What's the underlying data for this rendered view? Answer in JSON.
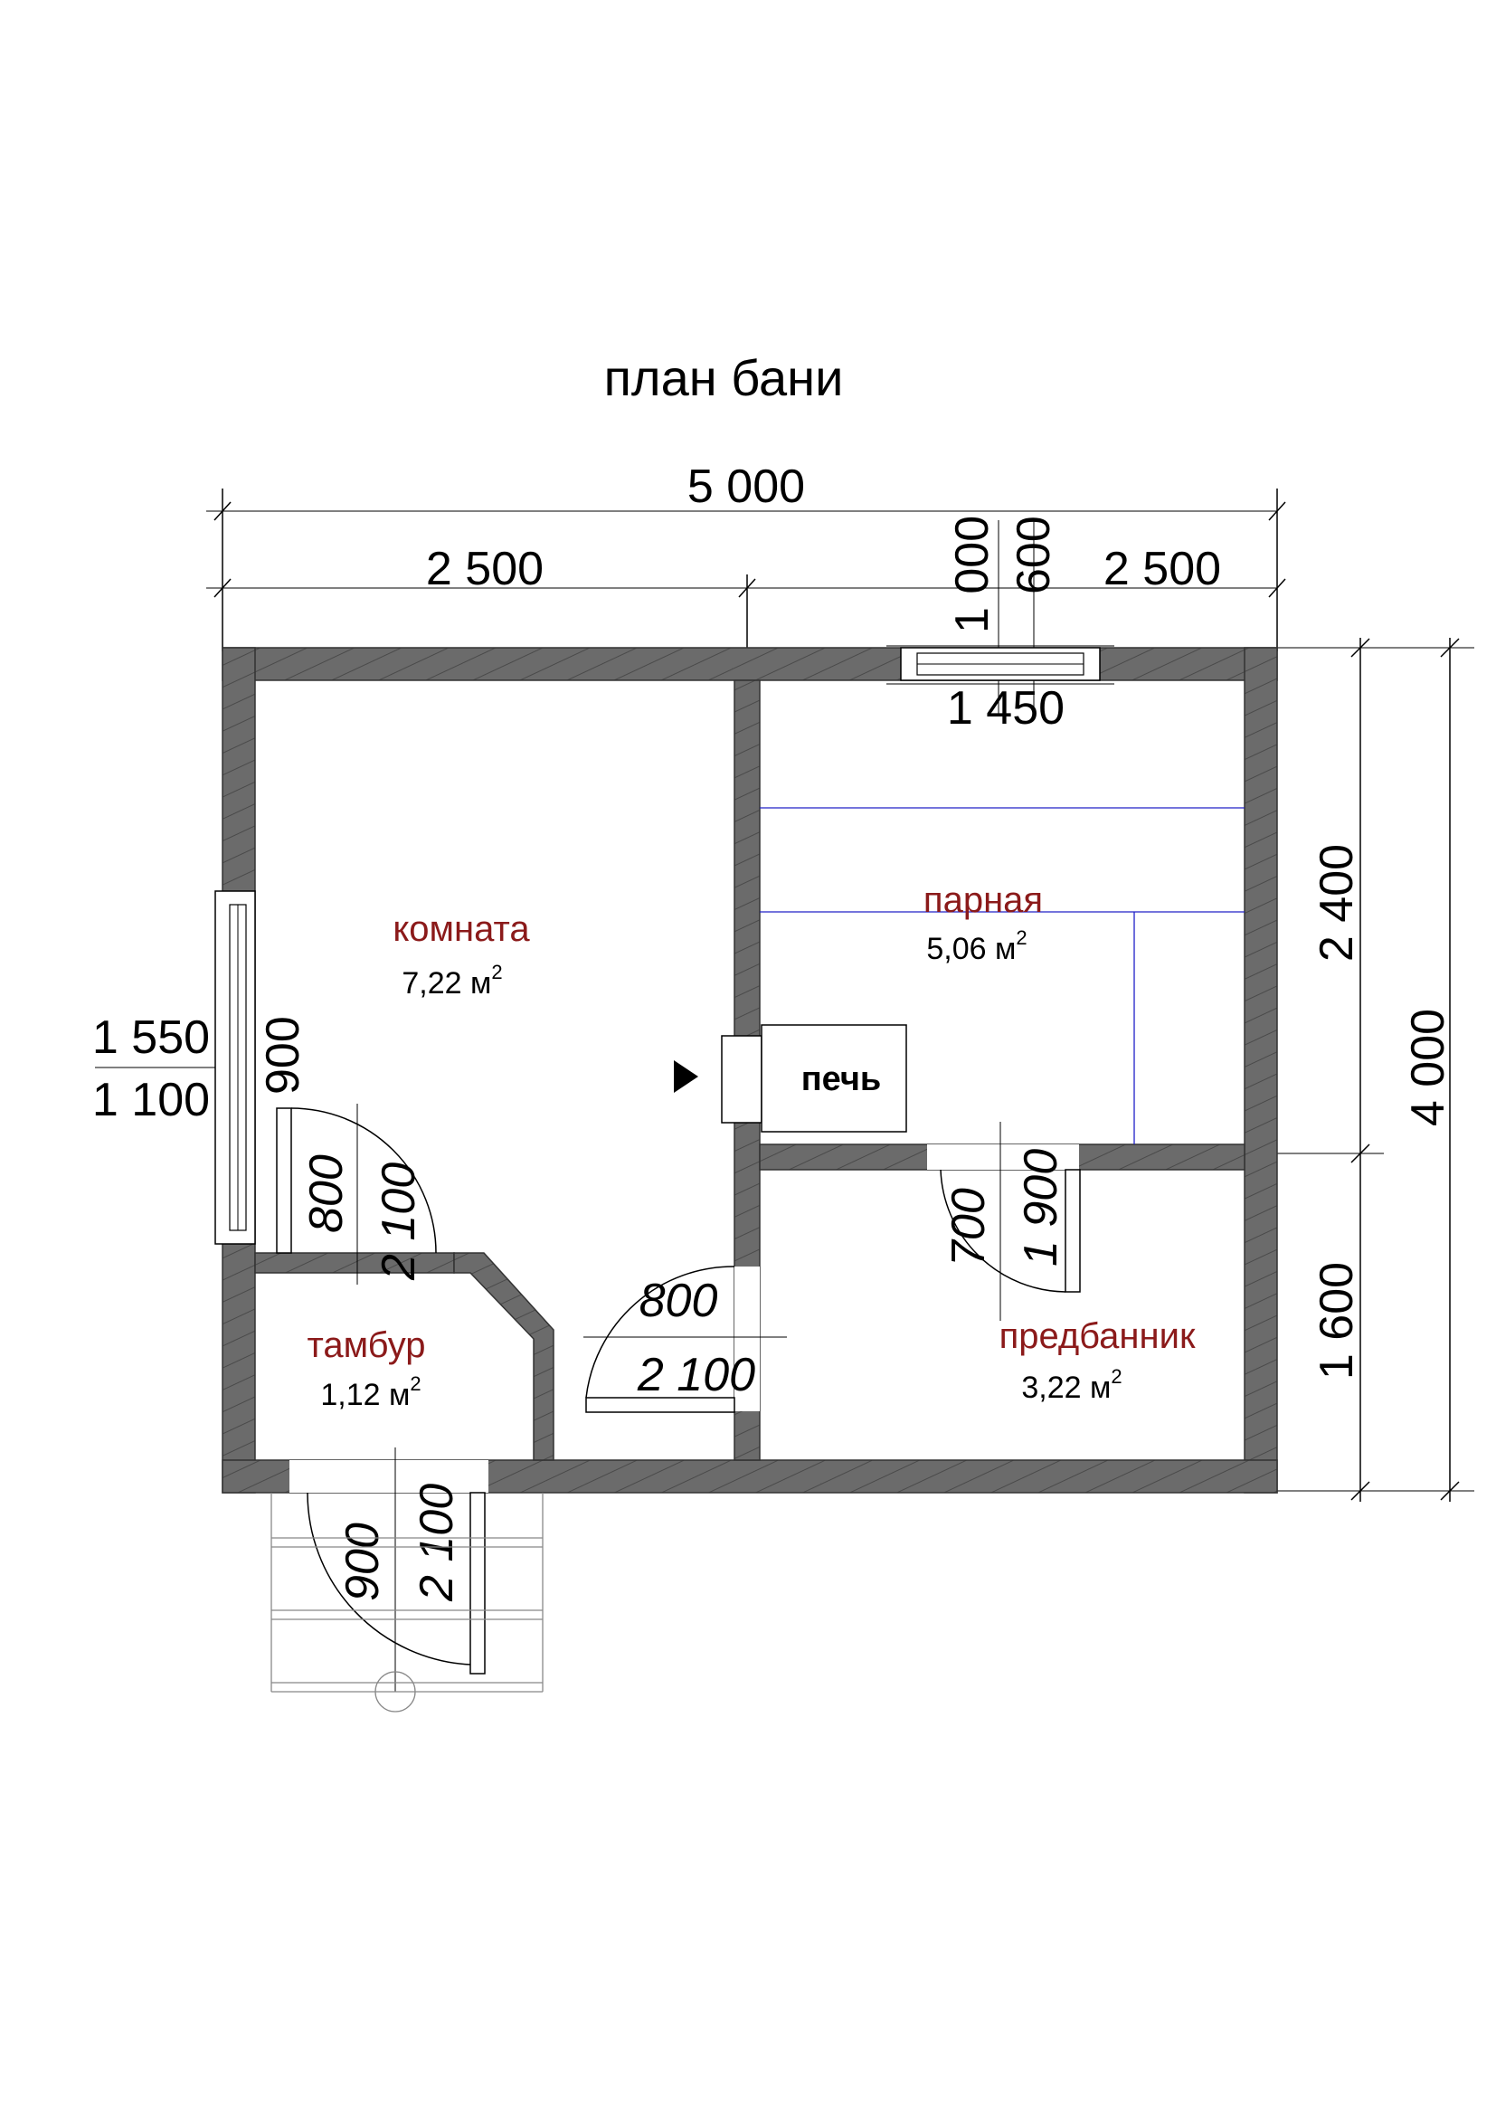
{
  "title": "план бани",
  "dimensions": {
    "total_width": "5 000",
    "left_width": "2 500",
    "right_width": "2 500",
    "window_top_h1": "1 000",
    "window_top_h2": "600",
    "window_top_width": "1 450",
    "right_upper": "2 400",
    "right_lower": "1 600",
    "total_height": "4 000",
    "left_window_width": "1 550",
    "left_window_height": "1 100",
    "left_door_opening": "900",
    "door_komnata_w": "800",
    "door_komnata_h": "2 100",
    "door_inner_w": "800",
    "door_inner_h": "2 100",
    "door_parnaya_w": "700",
    "door_parnaya_h": "1 900",
    "door_entry_w": "900",
    "door_entry_h": "2 100"
  },
  "rooms": {
    "komnata": {
      "name": "комната",
      "area": "7,22 м",
      "sup": "2"
    },
    "parnaya": {
      "name": "парная",
      "area": "5,06 м",
      "sup": "2"
    },
    "tambur": {
      "name": "тамбур",
      "area": "1,12 м",
      "sup": "2"
    },
    "predbannik": {
      "name": "предбанник",
      "area": "3,22 м",
      "sup": "2"
    }
  },
  "stove": {
    "label": "печь"
  },
  "colors": {
    "room_label": "#8b1a1a",
    "wall": "#6b6b6b",
    "bench": "#2020c8"
  },
  "icons": {
    "stove_indicator": "triangle-right-icon"
  }
}
